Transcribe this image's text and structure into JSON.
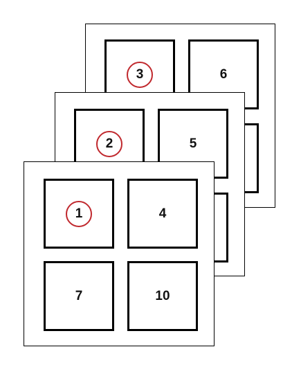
{
  "accent_color": "#c0282d",
  "cards": [
    {
      "cells": [
        {
          "label": "3",
          "highlighted": true
        },
        {
          "label": "6",
          "highlighted": false
        },
        {
          "label": "",
          "highlighted": false
        },
        {
          "label": "",
          "highlighted": false
        }
      ]
    },
    {
      "cells": [
        {
          "label": "2",
          "highlighted": true
        },
        {
          "label": "5",
          "highlighted": false
        },
        {
          "label": "",
          "highlighted": false
        },
        {
          "label": "",
          "highlighted": false
        }
      ]
    },
    {
      "cells": [
        {
          "label": "1",
          "highlighted": true
        },
        {
          "label": "4",
          "highlighted": false
        },
        {
          "label": "7",
          "highlighted": false
        },
        {
          "label": "10",
          "highlighted": false
        }
      ]
    }
  ]
}
